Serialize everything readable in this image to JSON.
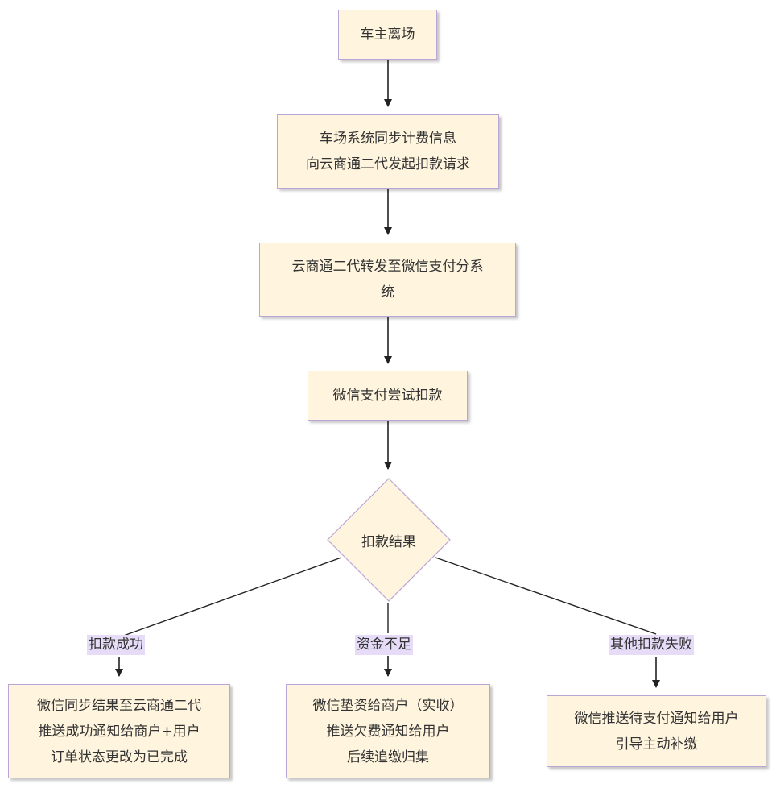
{
  "nodes": {
    "leave": "车主离场",
    "sync": "车场系统同步计费信息\n向云商通二代发起扣款请求",
    "forward": "云商通二代转发至微信支付分系\n统",
    "attempt": "微信支付尝试扣款",
    "decision": "扣款结果",
    "success_result": "微信同步结果至云商通二代\n推送成功通知给商户+用户\n订单状态更改为已完成",
    "insufficient_result": "微信垫资给商户（实收）\n推送欠费通知给用户\n后续追缴归集",
    "other_result": "微信推送待支付通知给用户\n引导主动补缴"
  },
  "edges": {
    "success": "扣款成功",
    "insufficient": "资金不足",
    "other_fail": "其他扣款失败"
  },
  "colors": {
    "node_fill": "#fff4dd",
    "node_border": "#b9a6d6",
    "edge_label_bg": "#e6dcf8",
    "line": "#222222"
  }
}
